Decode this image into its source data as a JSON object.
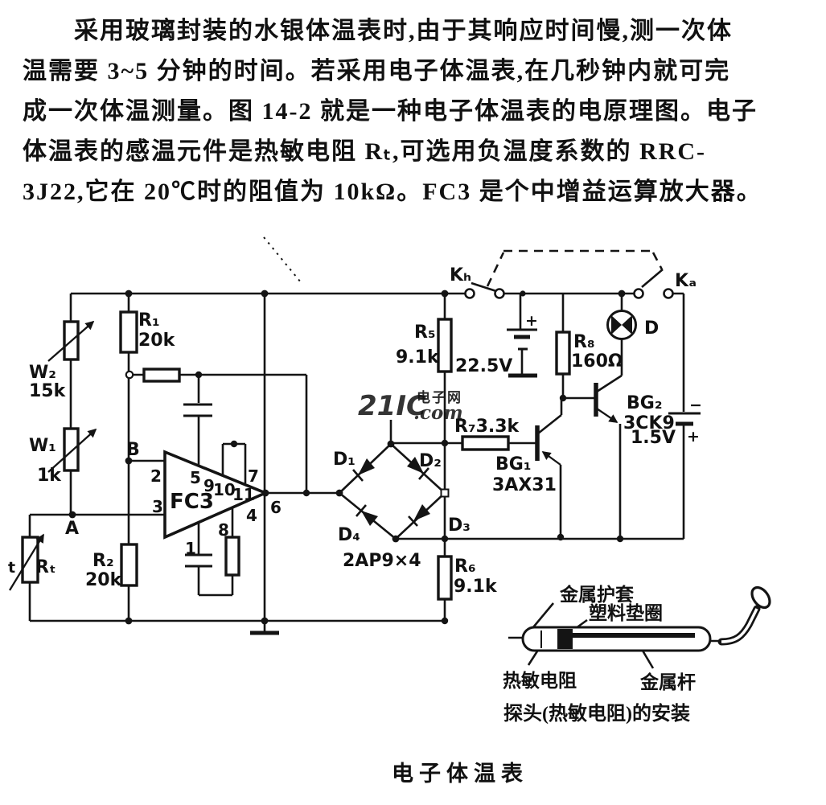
{
  "page": {
    "background": "#ffffff",
    "ink": "#141414"
  },
  "intro": {
    "lines": [
      "采用玻璃封装的水银体温表时,由于其响应时间慢,测一次体",
      "温需要 3~5 分钟的时间。若采用电子体温表,在几秒钟内就可完",
      "成一次体温测量。图 14-2 就是一种电子体温表的电原理图。电子",
      "体温表的感温元件是热敏电阻 Rₜ,可选用负温度系数的 RRC-",
      "3J22,它在 20℃时的阻值为 10kΩ。FC3 是个中增益运算放大器。"
    ]
  },
  "watermark": {
    "brand": "21IC",
    "site": "电子网",
    "domain": ".com",
    "color_main": "#db7a7a",
    "color_light": "#f0b3c2"
  },
  "schematic": {
    "resistors": {
      "r1": {
        "name": "R₁",
        "value": "20k"
      },
      "r2": {
        "name": "R₂",
        "value": "20k"
      },
      "r5": {
        "name": "R₅",
        "value": "9.1k"
      },
      "r6": {
        "name": "R₆",
        "value": "9.1k"
      },
      "r7": {
        "name": "R₇3.3k"
      },
      "r8": {
        "name": "R₈",
        "value": "160Ω"
      }
    },
    "potentiometers": {
      "w1": {
        "name": "W₁",
        "value": "1k"
      },
      "w2": {
        "name": "W₂",
        "value": "15k"
      }
    },
    "thermistor": {
      "name": "Rₜ",
      "arrow": "t"
    },
    "opamp": {
      "name": "FC3",
      "pins": {
        "p1": "1",
        "p2": "2",
        "p3": "3",
        "p4": "4",
        "p5": "5",
        "p6": "6",
        "p7": "7",
        "p8": "8",
        "p9": "9",
        "p10": "10",
        "p11": "11"
      }
    },
    "nodes": {
      "a": "A",
      "b": "B"
    },
    "bridge": {
      "d1": "D₁",
      "d2": "D₂",
      "d3": "D₃",
      "d4": "D₄",
      "type": "2AP9×4"
    },
    "transistors": {
      "bg1": {
        "name": "BG₁",
        "type": "3AX31"
      },
      "bg2": {
        "name": "BG₂",
        "type": "3CK9"
      }
    },
    "switches": {
      "kb": "Kₕ",
      "ka": "Kₐ"
    },
    "lamp": {
      "name": "D"
    },
    "batteries": {
      "b1": {
        "value": "22.5V",
        "plus": "+"
      },
      "b2": {
        "value": "1.5V",
        "plus": "+",
        "minus": "−"
      }
    }
  },
  "probe": {
    "labels": {
      "sheath": "金属护套",
      "gasket": "塑料垫圈",
      "thermistor": "热敏电阻",
      "rod": "金属杆"
    },
    "caption": "探头(热敏电阻)的安装"
  },
  "figure_caption": "电子体温表"
}
